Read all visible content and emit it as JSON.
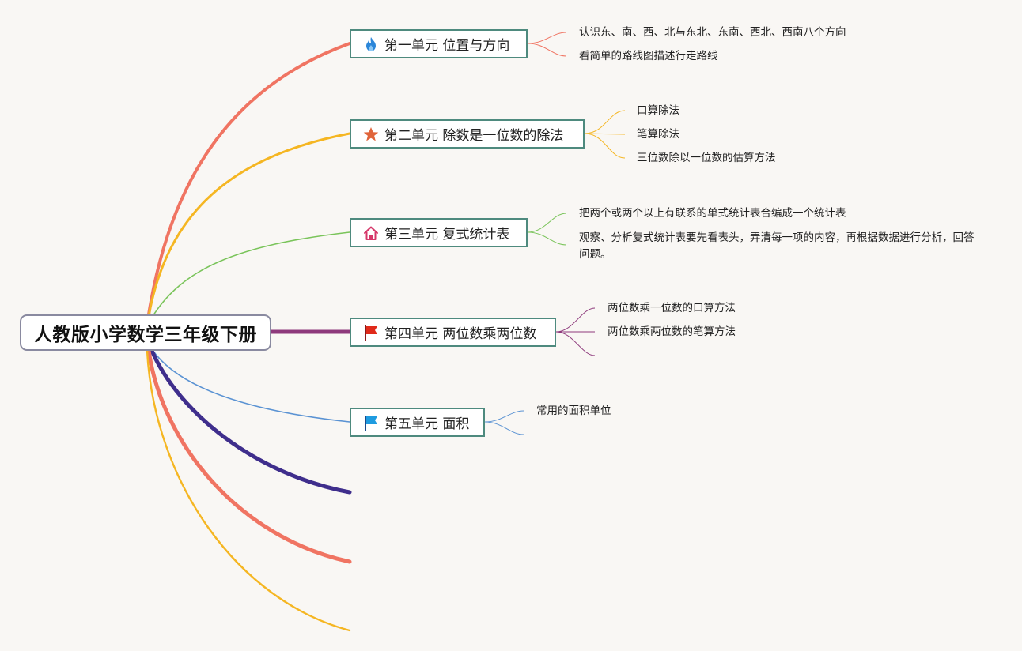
{
  "central": {
    "label": "人教版小学数学三年级下册"
  },
  "units": [
    {
      "label": "第一单元 位置与方向",
      "icon": "fire-icon",
      "items": [
        "认识东、南、西、北与东北、东南、西北、西南八个方向",
        "看简单的路线图描述行走路线"
      ]
    },
    {
      "label": "第二单元 除数是一位数的除法",
      "icon": "star-icon",
      "items": [
        "口算除法",
        "笔算除法",
        "三位数除以一位数的估算方法"
      ]
    },
    {
      "label": "第三单元 复式统计表",
      "icon": "home-icon",
      "items": [
        "把两个或两个以上有联系的单式统计表合编成一个统计表",
        "观察、分析复式统计表要先看表头，弄清每一项的内容，再根据数据进行分析，回答问题。"
      ]
    },
    {
      "label": "第四单元 两位数乘两位数",
      "icon": "red-flag-icon",
      "items": [
        "两位数乘一位数的口算方法",
        "两位数乘两位数的笔算方法"
      ]
    },
    {
      "label": "第五单元 面积",
      "icon": "blue-flag-icon",
      "items": [
        "常用的面积单位"
      ]
    }
  ],
  "colors": {
    "unit1": "#f07462",
    "unit2": "#f5b622",
    "unit3": "#7ac45a",
    "unit4": "#8e3a7c",
    "unit5": "#5b93d3",
    "branch6": "#3f2e8c",
    "branch7": "#f07462",
    "branch8": "#f5b622",
    "topic_border": "#4e8a7e"
  }
}
